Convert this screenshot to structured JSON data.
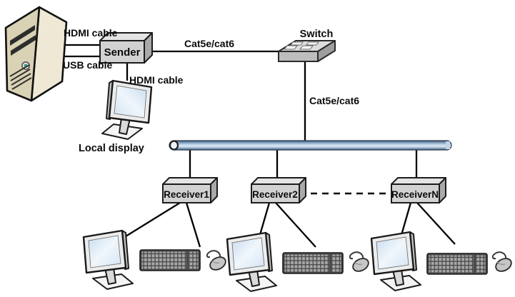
{
  "diagram": {
    "labels": {
      "hdmi_cable_top": "HDMI cable",
      "usb_cable": "USB cable",
      "cat5e_sender_switch": "Cat5e/cat6",
      "switch": "Switch",
      "hdmi_cable_local": "HDMI cable",
      "local_display": "Local display",
      "cat5e_switch_bus": "Cat5e/cat6",
      "sender": "Sender",
      "receiver1": "Receiver1",
      "receiver2": "Receiver2",
      "receiver_n": "ReceiverN"
    },
    "icons": {
      "computer": "computer-tower-icon",
      "sender": "device-box-icon",
      "switch": "network-switch-icon",
      "display": "monitor-icon",
      "keyboard": "keyboard-icon",
      "mouse": "mouse-icon",
      "bus": "network-bus-pipe"
    },
    "stations": [
      {
        "receiver": "Receiver1",
        "devices": [
          "monitor",
          "keyboard",
          "mouse"
        ]
      },
      {
        "receiver": "Receiver2",
        "devices": [
          "monitor",
          "keyboard",
          "mouse"
        ]
      },
      {
        "receiver": "ReceiverN",
        "devices": [
          "monitor",
          "keyboard",
          "mouse"
        ]
      }
    ],
    "connections": [
      {
        "from": "computer",
        "to": "sender",
        "label": "HDMI cable"
      },
      {
        "from": "computer",
        "to": "sender",
        "label": "USB cable"
      },
      {
        "from": "sender",
        "to": "switch",
        "label": "Cat5e/cat6"
      },
      {
        "from": "sender",
        "to": "local_display",
        "label": "HDMI cable"
      },
      {
        "from": "switch",
        "to": "bus",
        "label": "Cat5e/cat6"
      },
      {
        "from": "bus",
        "to": "receiver1",
        "label": ""
      },
      {
        "from": "bus",
        "to": "receiver2",
        "label": ""
      },
      {
        "from": "bus",
        "to": "receiver_n",
        "label": ""
      },
      {
        "from": "receiver2",
        "to": "receiver_n",
        "label": "",
        "style": "dashed"
      }
    ],
    "colors": {
      "line": "#000000",
      "box_front": "#d2d2d2",
      "box_top": "#e4e4e4",
      "box_side": "#a9a9a9",
      "bus_dark": "#41536a",
      "bus_mid": "#7e9dbf",
      "bus_light": "#d9e6f2",
      "tower_front": "#d9d2b4",
      "tower_side": "#eee8d5",
      "screen_blue": "#d7e5f2",
      "keyboard_body": "#4a4a4a",
      "keyboard_keys": "#a8a8a8",
      "power_button": "#3aa17e"
    }
  }
}
